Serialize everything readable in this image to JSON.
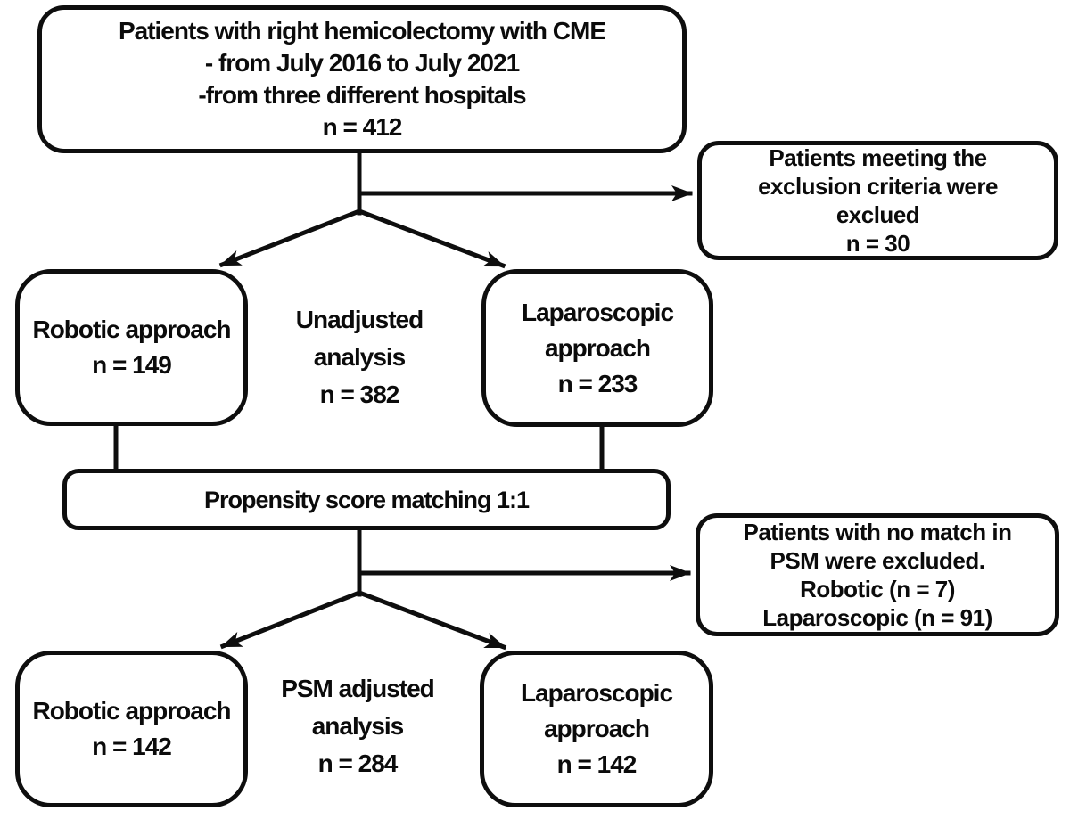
{
  "figure": {
    "background": "#ffffff",
    "line_color": "#0e0e0e",
    "nodes": {
      "enrollment": {
        "line1": "Patients with right hemicolectomy with CME",
        "line2": "- from July 2016 to July 2021",
        "line3": "-from three different hospitals",
        "n": "n = 412"
      },
      "exclusion1": {
        "line1": "Patients meeting the",
        "line2": "exclusion criteria were",
        "line3": "exclued",
        "n": "n = 30"
      },
      "robotic1": {
        "line1": "Robotic approach",
        "n": "n = 149"
      },
      "unadjusted": {
        "line1": "Unadjusted",
        "line2": "analysis",
        "n": "n = 382"
      },
      "laparoscopic1": {
        "line1": "Laparoscopic",
        "line2": "approach",
        "n": "n = 233"
      },
      "psm": {
        "line1": "Propensity score matching 1:1"
      },
      "exclusion2": {
        "line1": "Patients with no match in",
        "line2": "PSM were excluded.",
        "line3": "Robotic (n = 7)",
        "line4": "Laparoscopic (n = 91)"
      },
      "robotic2": {
        "line1": "Robotic approach",
        "n": "n = 142"
      },
      "psm_adjusted": {
        "line1": "PSM adjusted",
        "line2": "analysis",
        "n": "n = 284"
      },
      "laparoscopic2": {
        "line1": "Laparoscopic",
        "line2": "approach",
        "n": "n = 142"
      }
    },
    "edges": [
      {
        "from": "enrollment",
        "to": "exclusion1",
        "arrow": true
      },
      {
        "from": "enrollment",
        "to": "robotic1",
        "arrow": true
      },
      {
        "from": "enrollment",
        "to": "laparoscopic1",
        "arrow": true
      },
      {
        "from": "robotic1",
        "to": "psm",
        "arrow": false
      },
      {
        "from": "laparoscopic1",
        "to": "psm",
        "arrow": false
      },
      {
        "from": "psm",
        "to": "exclusion2",
        "arrow": true
      },
      {
        "from": "psm",
        "to": "robotic2",
        "arrow": true
      },
      {
        "from": "psm",
        "to": "laparoscopic2",
        "arrow": true
      }
    ]
  }
}
